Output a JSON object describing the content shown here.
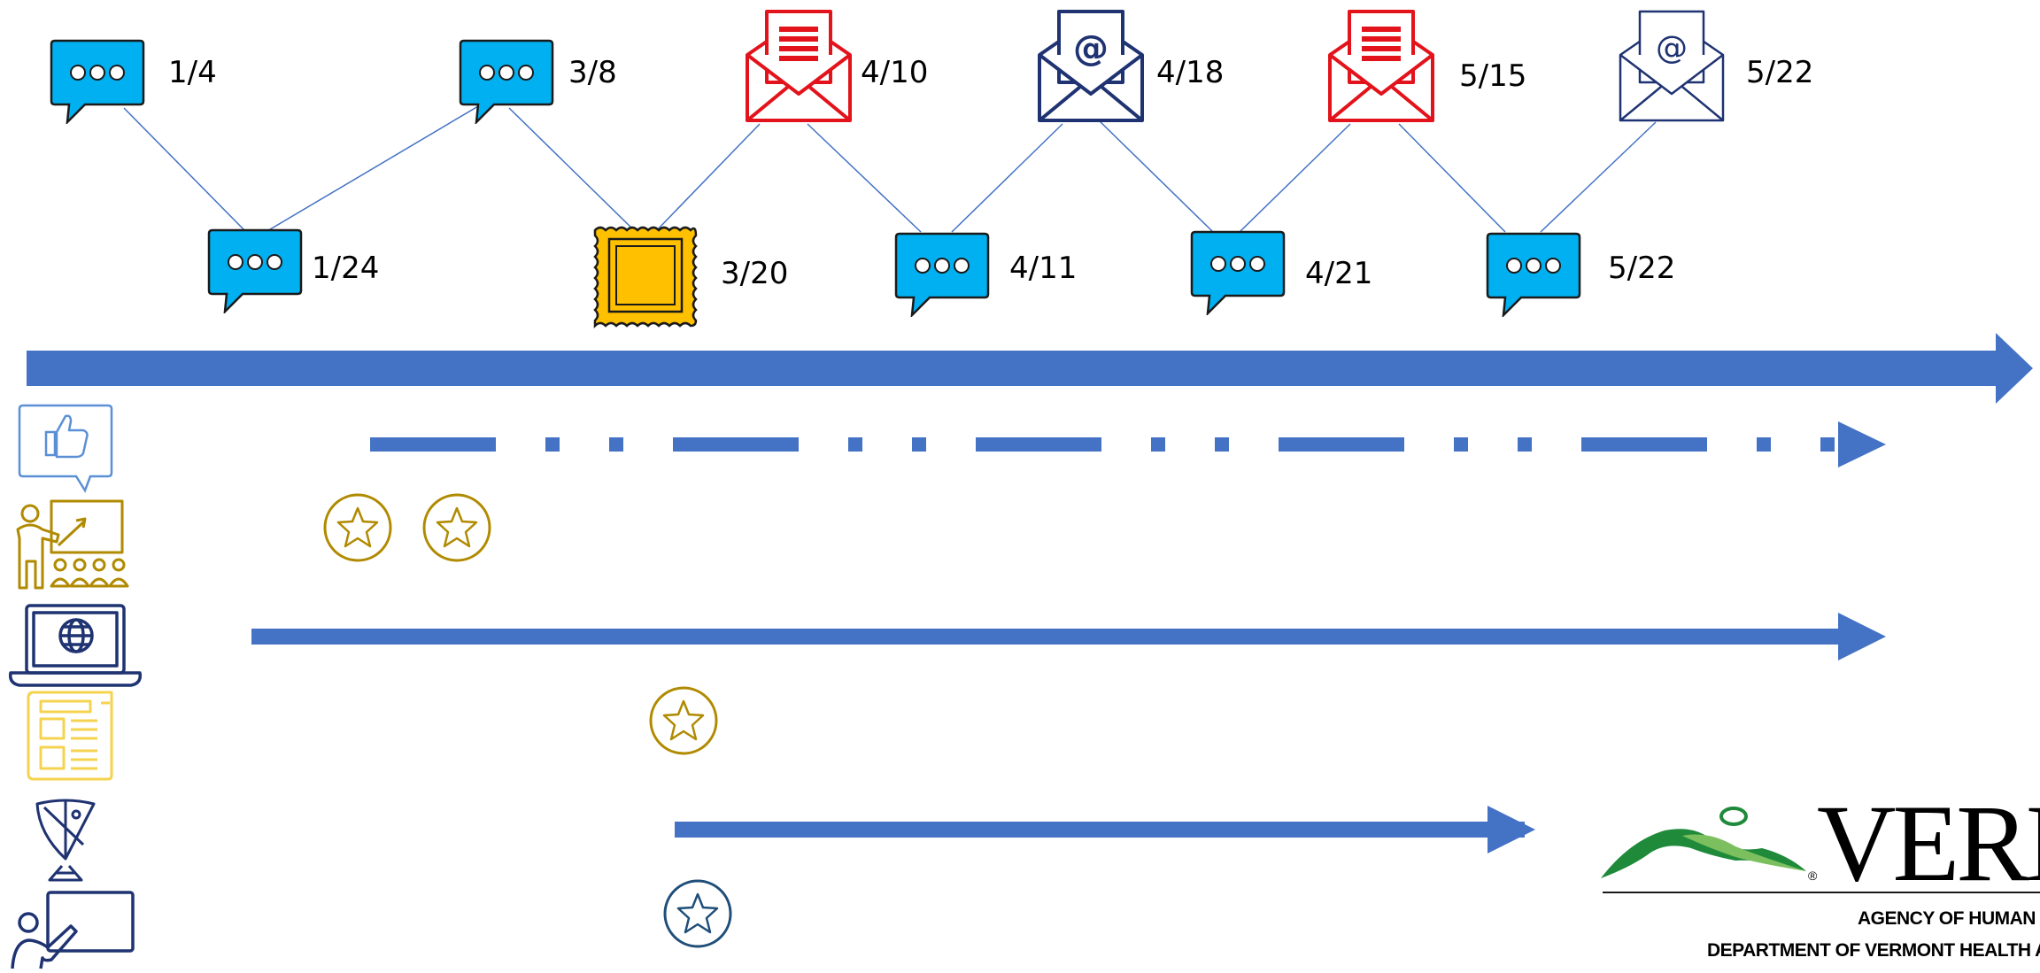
{
  "timeline": {
    "events": [
      {
        "date": "1/4",
        "type": "speech-bubble",
        "icon": "speech-bubble-icon"
      },
      {
        "date": "1/24",
        "type": "speech-bubble",
        "icon": "speech-bubble-icon"
      },
      {
        "date": "3/8",
        "type": "speech-bubble",
        "icon": "speech-bubble-icon"
      },
      {
        "date": "3/20",
        "type": "stamp",
        "icon": "postage-stamp-icon"
      },
      {
        "date": "4/10",
        "type": "letter",
        "icon": "open-envelope-letter-icon"
      },
      {
        "date": "4/11",
        "type": "speech-bubble",
        "icon": "speech-bubble-icon"
      },
      {
        "date": "4/18",
        "type": "email",
        "icon": "open-envelope-email-icon"
      },
      {
        "date": "4/21",
        "type": "speech-bubble",
        "icon": "speech-bubble-icon"
      },
      {
        "date": "5/15",
        "type": "letter",
        "icon": "open-envelope-letter-icon"
      },
      {
        "date": "5/22",
        "type": "speech-bubble",
        "icon": "speech-bubble-icon"
      },
      {
        "date": "5/22",
        "type": "email",
        "icon": "open-envelope-email-icon"
      }
    ]
  },
  "channels": [
    {
      "icon": "social-media-like-icon",
      "track": "dash-dot-arrow"
    },
    {
      "icon": "classroom-presenter-icon",
      "track": "two-star-markers"
    },
    {
      "icon": "laptop-globe-icon",
      "track": "solid-arrow"
    },
    {
      "icon": "newspaper-icon",
      "track": "one-star-marker"
    },
    {
      "icon": "satellite-dish-icon",
      "track": "solid-arrow"
    },
    {
      "icon": "whiteboard-presenter-icon",
      "track": "one-star-marker"
    }
  ],
  "colors": {
    "arrow_blue": "#4472c4",
    "bubble_blue": "#00b0f0",
    "letter_red": "#e3131b",
    "navy": "#1f3372",
    "gold": "#b08a00",
    "yellow_light": "#f5d34f",
    "stamp_gold": "#ffc000",
    "logo_green": "#1e8a3a"
  },
  "logo": {
    "wordmark": "VERMONT",
    "agency": "AGENCY OF HUMAN SERVICES",
    "department": "DEPARTMENT OF VERMONT HEALTH ACCESS",
    "registered": "®"
  }
}
